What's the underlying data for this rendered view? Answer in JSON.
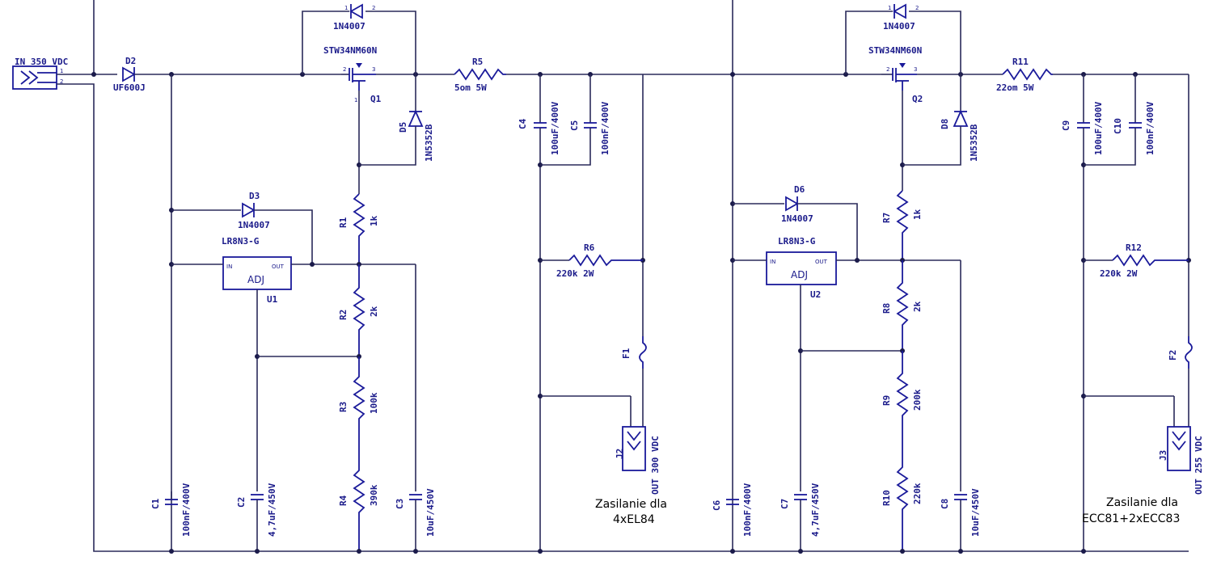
{
  "input": {
    "label": "IN 350 VDC"
  },
  "notes": {
    "left": [
      "Zasilanie dla",
      "4xEL84"
    ],
    "right": [
      "Zasilanie dla",
      "ECC81+2xECC83"
    ]
  },
  "left": {
    "d2": {
      "ref": "D2",
      "value": "UF600J"
    },
    "d1": {
      "value": "1N4007"
    },
    "q": {
      "ref": "Q1",
      "value": "STW34NM60N"
    },
    "d5": {
      "ref": "D5",
      "value": "1N5352B"
    },
    "r5": {
      "ref": "R5",
      "value": "5om 5W"
    },
    "c4": {
      "ref": "C4",
      "value": "100uF/400V"
    },
    "c5": {
      "ref": "C5",
      "value": "100nF/400V"
    },
    "d3": {
      "ref": "D3",
      "value": "1N4007"
    },
    "r1": {
      "ref": "R1",
      "value": "1k"
    },
    "r6": {
      "ref": "R6",
      "value": "220k 2W"
    },
    "u": {
      "ref": "U1",
      "value": "LR8N3-G",
      "in": "IN",
      "out": "OUT",
      "adj": "ADJ"
    },
    "r2": {
      "ref": "R2",
      "value": "2k"
    },
    "f": {
      "ref": "F1"
    },
    "r3": {
      "ref": "R3",
      "value": "100k"
    },
    "j": {
      "ref": "J2",
      "value": "OUT 300 VDC"
    },
    "r4": {
      "ref": "R4",
      "value": "390k"
    },
    "c1": {
      "ref": "C1",
      "value": "100nF/400V"
    },
    "c2": {
      "ref": "C2",
      "value": "4,7uF/450V"
    },
    "c3": {
      "ref": "C3",
      "value": "10uF/450V"
    }
  },
  "right": {
    "d4": {
      "value": "1N4007"
    },
    "q": {
      "ref": "Q2",
      "value": "STW34NM60N"
    },
    "d8": {
      "ref": "D8",
      "value": "1N5352B"
    },
    "r11": {
      "ref": "R11",
      "value": "22om 5W"
    },
    "c9": {
      "ref": "C9",
      "value": "100uF/400V"
    },
    "c10": {
      "ref": "C10",
      "value": "100nF/400V"
    },
    "d6": {
      "ref": "D6",
      "value": "1N4007"
    },
    "r7": {
      "ref": "R7",
      "value": "1k"
    },
    "r12": {
      "ref": "R12",
      "value": "220k 2W"
    },
    "u": {
      "ref": "U2",
      "value": "LR8N3-G",
      "in": "IN",
      "out": "OUT",
      "adj": "ADJ"
    },
    "r8": {
      "ref": "R8",
      "value": "2k"
    },
    "f": {
      "ref": "F2"
    },
    "r9": {
      "ref": "R9",
      "value": "200k"
    },
    "j": {
      "ref": "J3",
      "value": "OUT 255 VDC"
    },
    "r10": {
      "ref": "R10",
      "value": "220k"
    },
    "c6": {
      "ref": "C6",
      "value": "100nF/400V"
    },
    "c7": {
      "ref": "C7",
      "value": "4,7uF/450V"
    },
    "c8": {
      "ref": "C8",
      "value": "10uF/450V"
    }
  }
}
